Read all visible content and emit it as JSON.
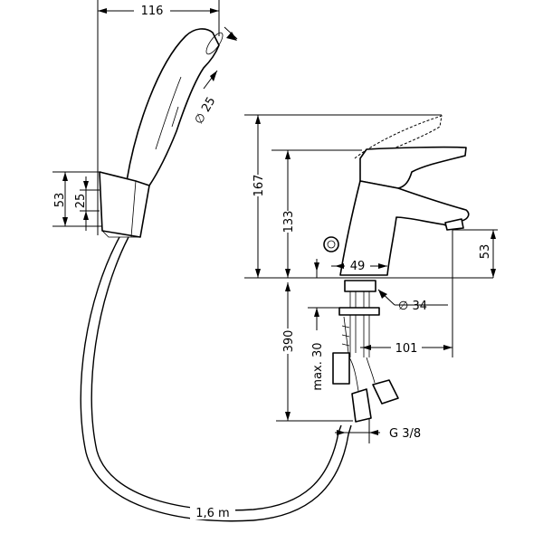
{
  "diagram": {
    "dimensions": {
      "width_handshower": "116",
      "diameter_handshower": "∅ 25",
      "holder_height": "53",
      "holder_inner": "25",
      "height_total": "167",
      "height_spout": "133",
      "spout_depth": "49",
      "outlet_height": "53",
      "diameter_base": "∅ 34",
      "shank_length": "390",
      "max_thickness": "max. 30",
      "spout_reach": "101",
      "connection": "G 3/8",
      "hose_length": "1,6 m"
    }
  }
}
